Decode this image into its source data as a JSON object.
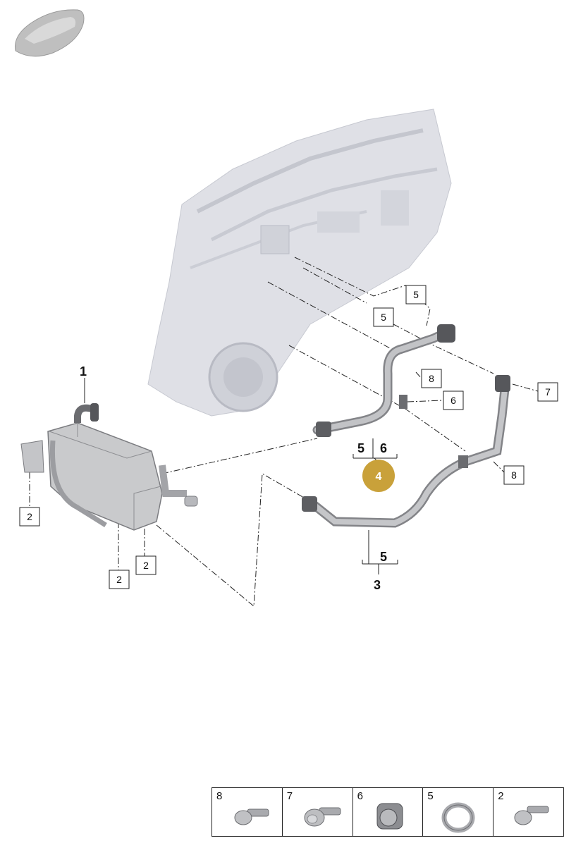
{
  "labels": {
    "part_1": "1",
    "part_3": "3",
    "callout_4": "4",
    "group_5_6_a": "5",
    "group_5_6_b": "6",
    "group_5": "5",
    "box_5_top": "5",
    "box_5_mid": "5",
    "box_8_top": "8",
    "box_6": "6",
    "box_7": "7",
    "box_8_bottom": "8",
    "box_2_left": "2",
    "box_2_mid": "2",
    "box_2_right": "2"
  },
  "legend": [
    {
      "num": "8",
      "icon": "bolt-icon"
    },
    {
      "num": "7",
      "icon": "collar-bolt-icon"
    },
    {
      "num": "6",
      "icon": "clip-icon"
    },
    {
      "num": "5",
      "icon": "seal-ring-icon"
    },
    {
      "num": "2",
      "icon": "screw-icon"
    }
  ],
  "colors": {
    "callout": "#C9A13A",
    "engine": "#DADCE3",
    "part": "#B8BABD",
    "line": "#222222"
  }
}
